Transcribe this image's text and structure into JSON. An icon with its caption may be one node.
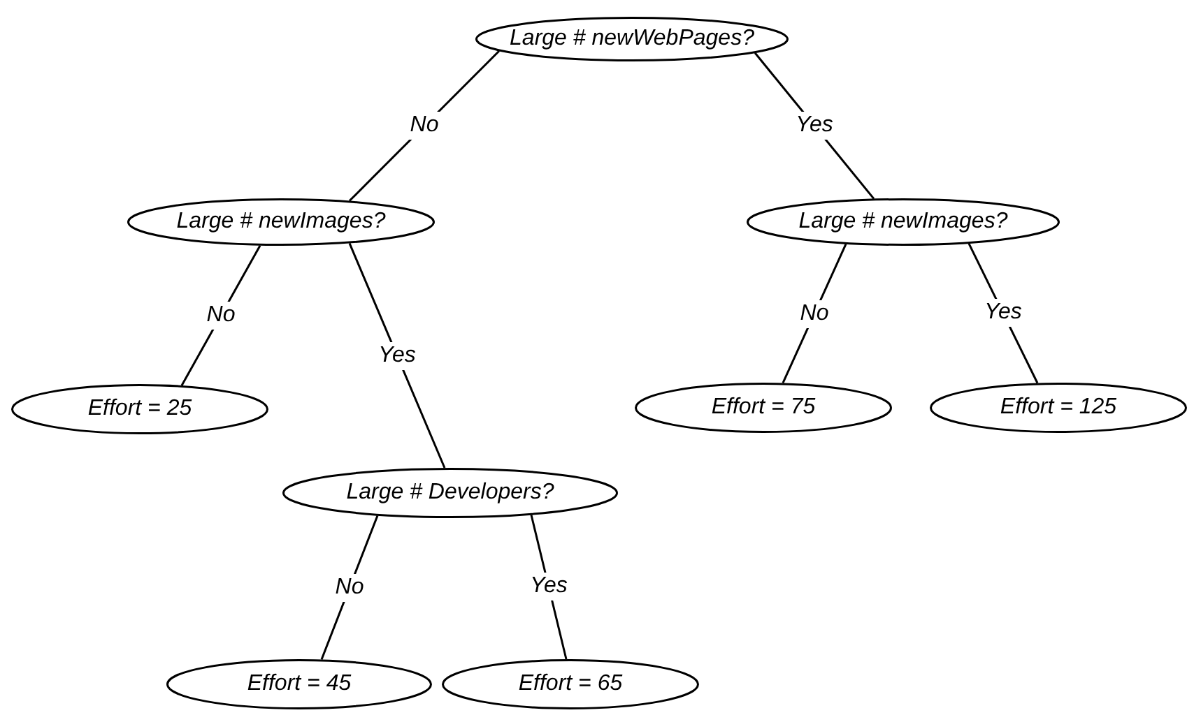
{
  "diagram": {
    "nodes": [
      {
        "text": [
          "Large # newWebPages?"
        ]
      },
      {
        "text": [
          "Large # newImages?"
        ]
      },
      {
        "text": [
          "Large # newImages?"
        ]
      },
      {
        "text": [
          "Effort = 25"
        ]
      },
      {
        "text": [
          "Large # Developers?"
        ]
      },
      {
        "text": [
          "Effort = 75"
        ]
      },
      {
        "text": [
          "Effort = 125"
        ]
      },
      {
        "text": [
          "Effort = 45"
        ]
      },
      {
        "text": [
          "Effort = 65"
        ]
      }
    ],
    "edges": [
      {
        "from": 0,
        "to": 1,
        "arrow": "none",
        "label": "No"
      },
      {
        "from": 0,
        "to": 2,
        "arrow": "none",
        "label": "Yes"
      },
      {
        "from": 1,
        "to": 3,
        "arrow": "none",
        "label": "No"
      },
      {
        "from": 1,
        "to": 4,
        "arrow": "none",
        "label": "Yes"
      },
      {
        "from": 2,
        "to": 5,
        "arrow": "none",
        "label": "No"
      },
      {
        "from": 2,
        "to": 6,
        "arrow": "none",
        "label": "Yes"
      },
      {
        "from": 4,
        "to": 7,
        "arrow": "none",
        "label": "No"
      },
      {
        "from": 4,
        "to": 8,
        "arrow": "none",
        "label": "Yes"
      }
    ]
  }
}
